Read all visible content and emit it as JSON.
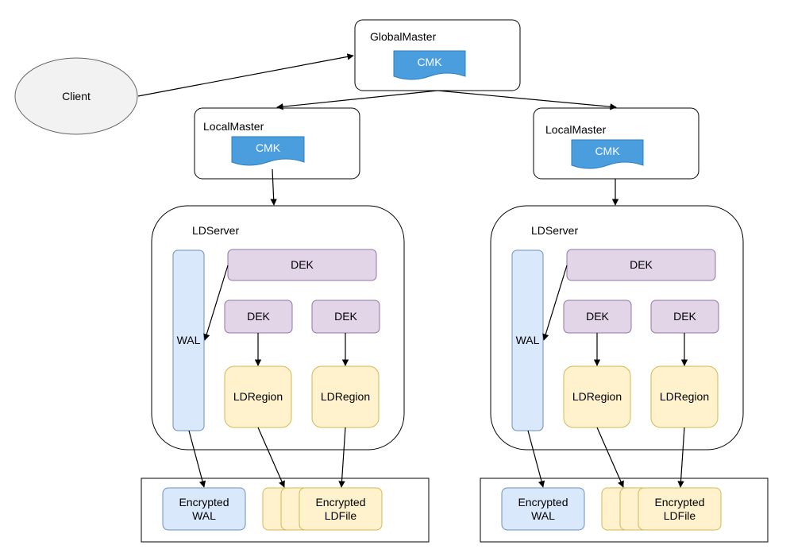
{
  "client": {
    "label": "Client"
  },
  "global_master": {
    "label": "GlobalMaster",
    "cmk": "CMK"
  },
  "clusters": [
    {
      "local_master": {
        "label": "LocalMaster",
        "cmk": "CMK"
      },
      "ld_server": {
        "label": "LDServer",
        "wal": "WAL",
        "dek_main": "DEK",
        "regions": [
          {
            "dek": "DEK",
            "label": "LDRegion"
          },
          {
            "dek": "DEK",
            "label": "LDRegion"
          }
        ]
      },
      "storage": {
        "encrypted_wal": "Encrypted\nWAL",
        "encrypted_ldfile": "Encrypted\nLDFile"
      }
    },
    {
      "local_master": {
        "label": "LocalMaster",
        "cmk": "CMK"
      },
      "ld_server": {
        "label": "LDServer",
        "wal": "WAL",
        "dek_main": "DEK",
        "regions": [
          {
            "dek": "DEK",
            "label": "LDRegion"
          },
          {
            "dek": "DEK",
            "label": "LDRegion"
          }
        ]
      },
      "storage": {
        "encrypted_wal": "Encrypted\nWAL",
        "encrypted_ldfile": "Encrypted\nLDFile"
      }
    }
  ],
  "colors": {
    "cmk_fill": "#4a9ede",
    "dek_fill": "#e1d5e7",
    "dek_stroke": "#9673a6",
    "wal_fill": "#dae8fc",
    "wal_stroke": "#6c8ebf",
    "region_fill": "#fff2cc",
    "region_stroke": "#d6b656",
    "client_fill": "#f2f2f2"
  }
}
